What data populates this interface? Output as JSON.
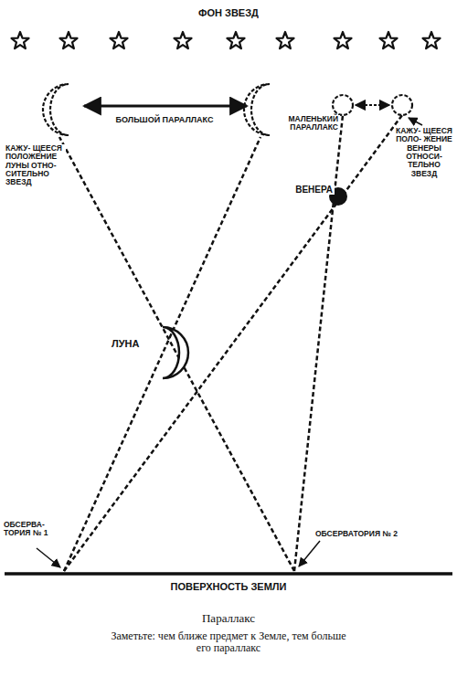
{
  "diagram": {
    "caption": "Параллакс",
    "labels": [
      "ФОН ЗВЕЗД",
      "БОЛЬШОЙ ПАРАЛЛАКС",
      "МАЛЕНЬКИЙ ПАРАЛЛАКС",
      "КАЖУ- ЩЕЕСЯ ПОЛОЖЕНИЕ ЛУНЫ ОТНО- СИТЕЛЬНО ЗВЕЗД",
      "ВЕНЕРА",
      "КАЖУ- ЩЕЕСЯ ПОЛО- ЖЕНИЕ ВЕНЕРЫ ОТНОСИ- ТЕЛЬНО ЗВЕЗД",
      "ЛУНА",
      "ОБСЕРВА- ТОРИЯ № 1",
      "ОБСЕРВАТОРИЯ № 2",
      "ПОВЕРХНОСТЬ ЗЕМЛИ",
      "Заметьте: чем ближе предмет к Земле, тем больше его параллакс"
    ]
  }
}
